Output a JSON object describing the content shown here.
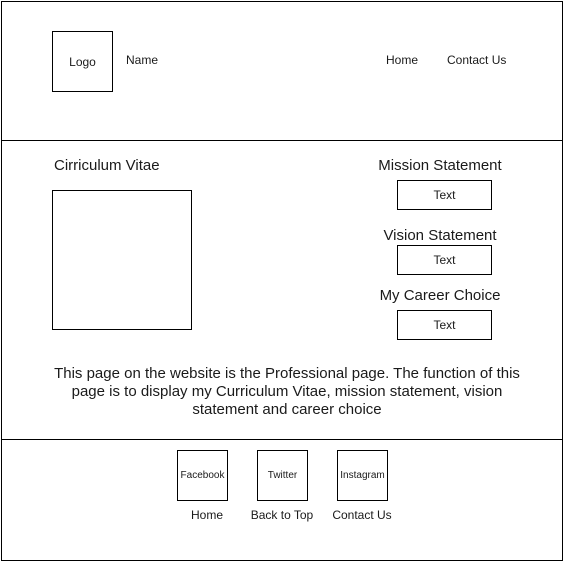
{
  "header": {
    "logo": "Logo",
    "name": "Name",
    "nav": {
      "home": "Home",
      "contact": "Contact Us"
    }
  },
  "main": {
    "cv_title": "Cirriculum Vitae",
    "mission": {
      "title": "Mission Statement",
      "text": "Text"
    },
    "vision": {
      "title": "Vision Statement",
      "text": "Text"
    },
    "career": {
      "title": "My Career Choice",
      "text": "Text"
    },
    "description": "This page on the website is the Professional page. The function of this page is to display my Curriculum Vitae, mission statement, vision statement and career choice"
  },
  "footer": {
    "social": {
      "facebook": "Facebook",
      "twitter": "Twitter",
      "instagram": "Instagram"
    },
    "links": {
      "home": "Home",
      "back_to_top": "Back to Top",
      "contact": "Contact Us"
    }
  }
}
